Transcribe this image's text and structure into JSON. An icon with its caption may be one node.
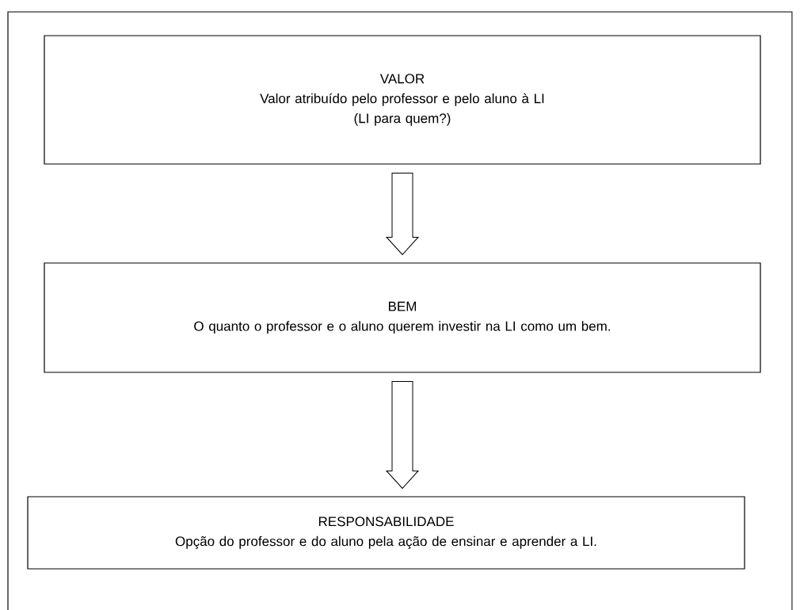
{
  "diagram": {
    "nodes": [
      {
        "text": [
          "VALOR",
          "Valor atribuído pelo professor e pelo aluno à LI",
          "(LI para quem?)"
        ]
      },
      {
        "text": [
          "BEM",
          "O quanto o professor e o aluno querem investir na LI como um bem."
        ]
      },
      {
        "text": [
          "RESPONSABILIDADE",
          "Opção do professor e do aluno pela ação de ensinar e aprender a LI."
        ]
      }
    ],
    "edges": [
      {
        "from": 0,
        "to": 1,
        "arrow": "to"
      },
      {
        "from": 1,
        "to": 2,
        "arrow": "to"
      }
    ]
  }
}
